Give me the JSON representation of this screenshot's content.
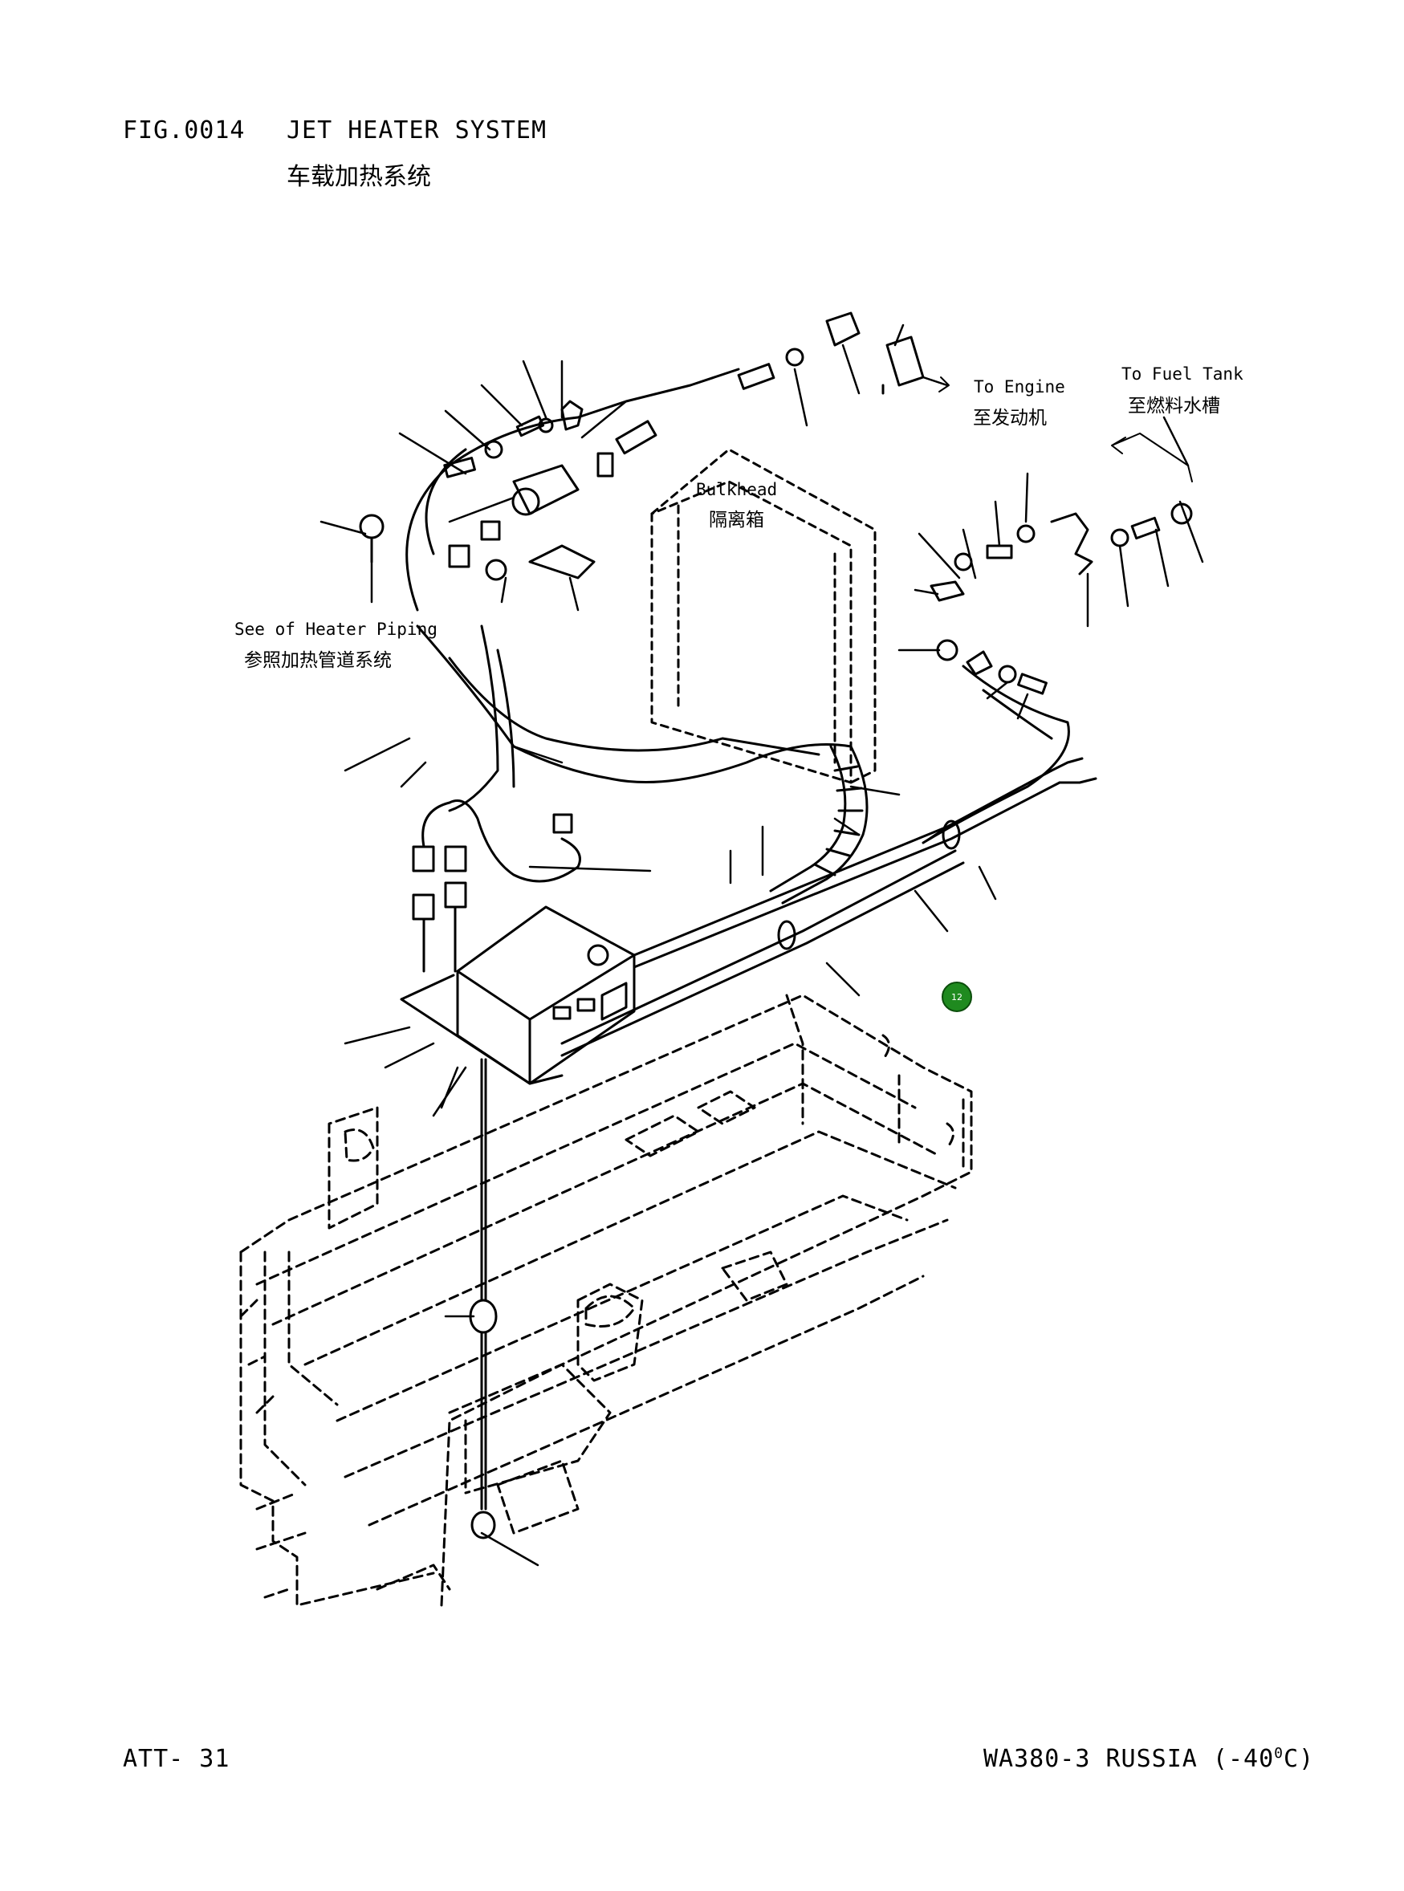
{
  "header": {
    "fig_number": "FIG.0014",
    "title_en": "JET HEATER SYSTEM",
    "title_cn": "车载加热系统"
  },
  "labels": {
    "to_engine_en": "To Engine",
    "to_engine_cn": "至发动机",
    "to_fuel_tank_en": "To Fuel Tank",
    "to_fuel_tank_cn": "至燃料水槽",
    "bulkhead_en": "Bulkhead",
    "bulkhead_cn": "隔离箱",
    "see_heater_piping_en": "See of Heater Piping",
    "see_heater_piping_cn": "参照加热管道系统"
  },
  "marker": {
    "value": "12",
    "color": "#1f8a1f"
  },
  "footer": {
    "page_code": "ATT- 31",
    "model": "WA380-3 RUSSIA (-40",
    "degree_sup": "0",
    "unit_tail": "C)"
  }
}
